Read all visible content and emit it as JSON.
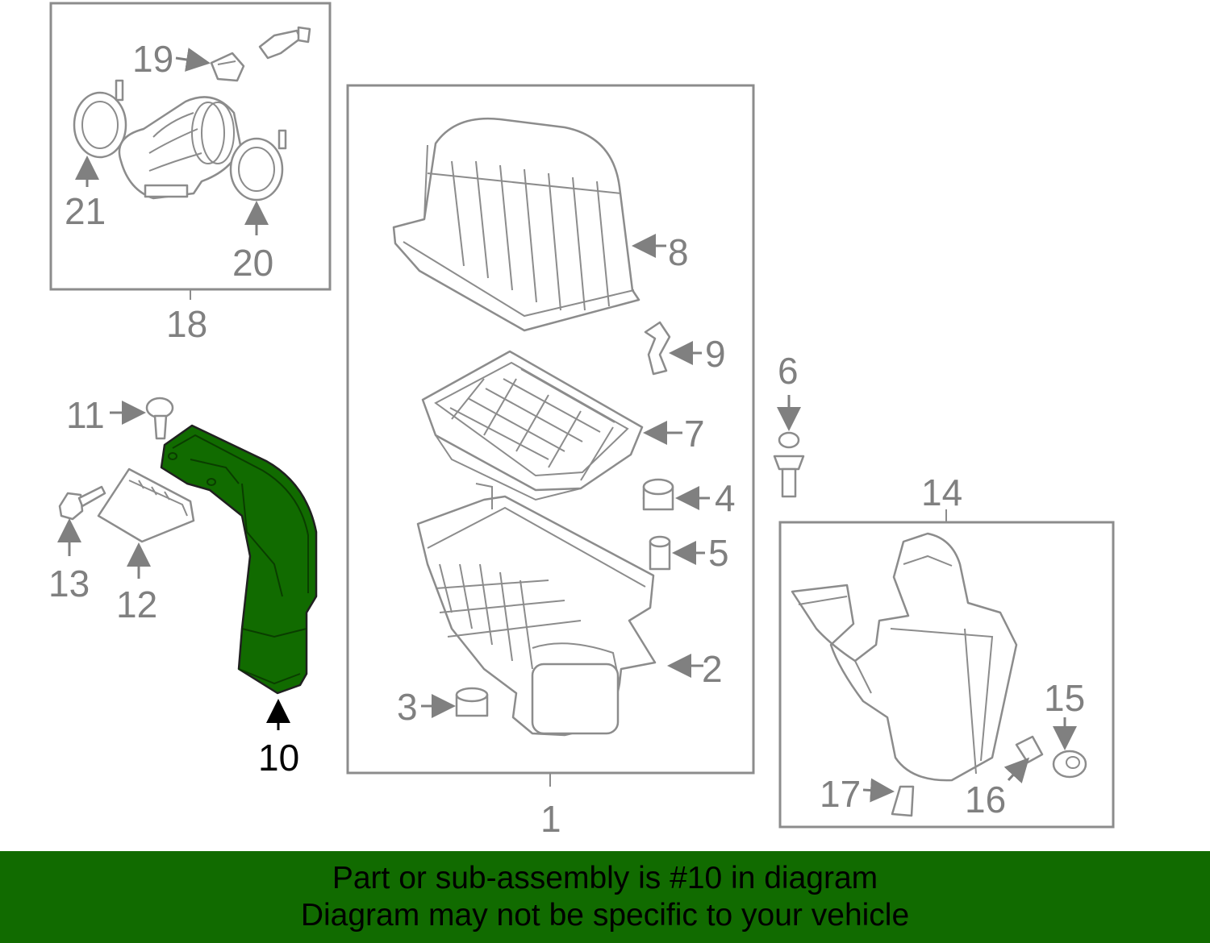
{
  "diagram": {
    "highlight_color": "#116b00",
    "callouts": {
      "c1": "1",
      "c2": "2",
      "c3": "3",
      "c4": "4",
      "c5": "5",
      "c6": "6",
      "c7": "7",
      "c8": "8",
      "c9": "9",
      "c10": "10",
      "c11": "11",
      "c12": "12",
      "c13": "13",
      "c14": "14",
      "c15": "15",
      "c16": "16",
      "c17": "17",
      "c18": "18",
      "c19": "19",
      "c20": "20",
      "c21": "21"
    },
    "highlighted_callout": "10"
  },
  "banner": {
    "background": "#116b00",
    "line1": "Part or sub-assembly is #10 in diagram",
    "line2": "Diagram may not be specific to your vehicle"
  }
}
